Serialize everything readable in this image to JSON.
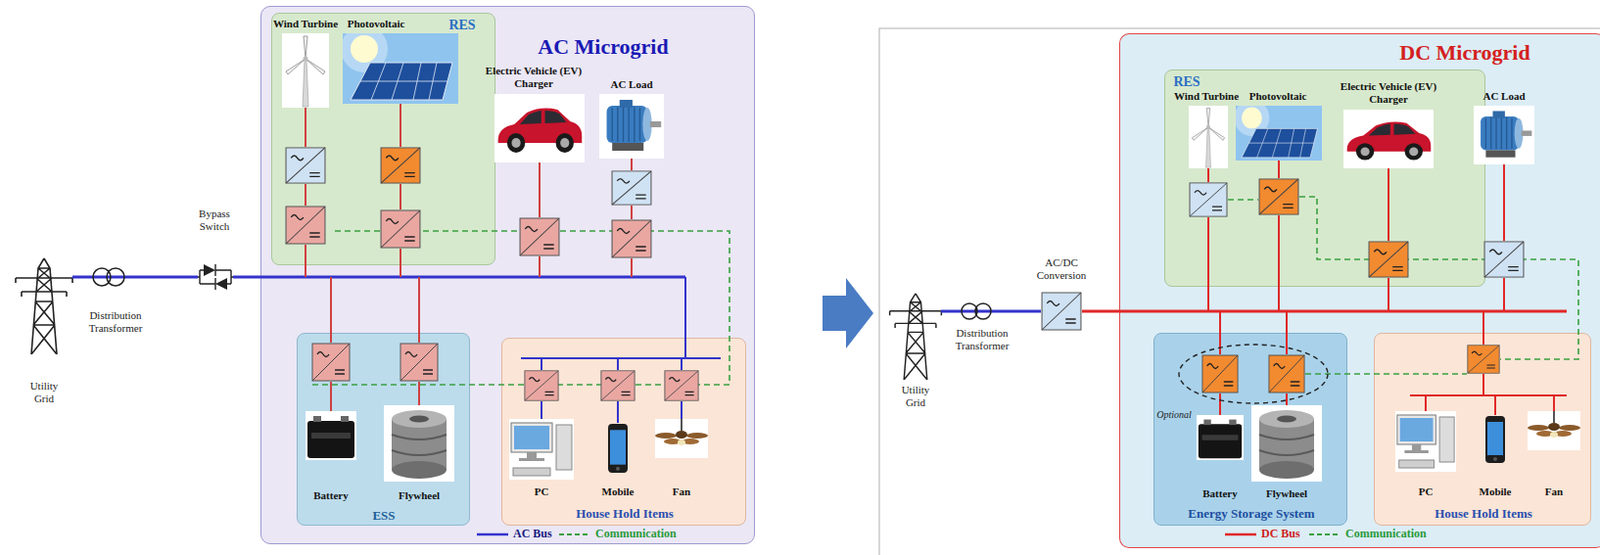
{
  "diagram": {
    "nodes": [
      {
        "text": [
          "AC Microgrid"
        ]
      },
      {
        "text": [
          "RES"
        ],
        "in": 0
      },
      {
        "text": [
          "ESS"
        ],
        "in": 0
      },
      {
        "text": [
          "House Hold Items"
        ],
        "in": 0
      },
      {
        "text": [
          "DC Microgrid"
        ]
      },
      {
        "text": [
          "RES"
        ],
        "in": 4
      },
      {
        "text": [
          "Energy Storage System"
        ],
        "in": 4
      },
      {
        "text": [
          "House Hold Items"
        ],
        "in": 4
      }
    ],
    "labels": [
      "Wind Turbine",
      "Photovoltaic",
      "Electric Vehicle (EV) Charger",
      "AC Load",
      "Bypass Switch",
      "Utility Grid",
      "Distribution Transformer",
      "Battery",
      "Flywheel",
      "PC",
      "Mobile",
      "Fan",
      "Wind Turbine",
      "Photovoltaic",
      "Electric Vehicle (EV) Charger",
      "AC Load",
      "AC/DC Conversion",
      "Utility Grid",
      "Distribution Transformer",
      "Optional",
      "Battery",
      "Flywheel",
      "PC",
      "Mobile",
      "Fan"
    ],
    "legend": [
      {
        "text": "AC Bus"
      },
      {
        "text": "Communication"
      },
      {
        "text": "DC Bus"
      },
      {
        "text": "Communication"
      }
    ]
  }
}
